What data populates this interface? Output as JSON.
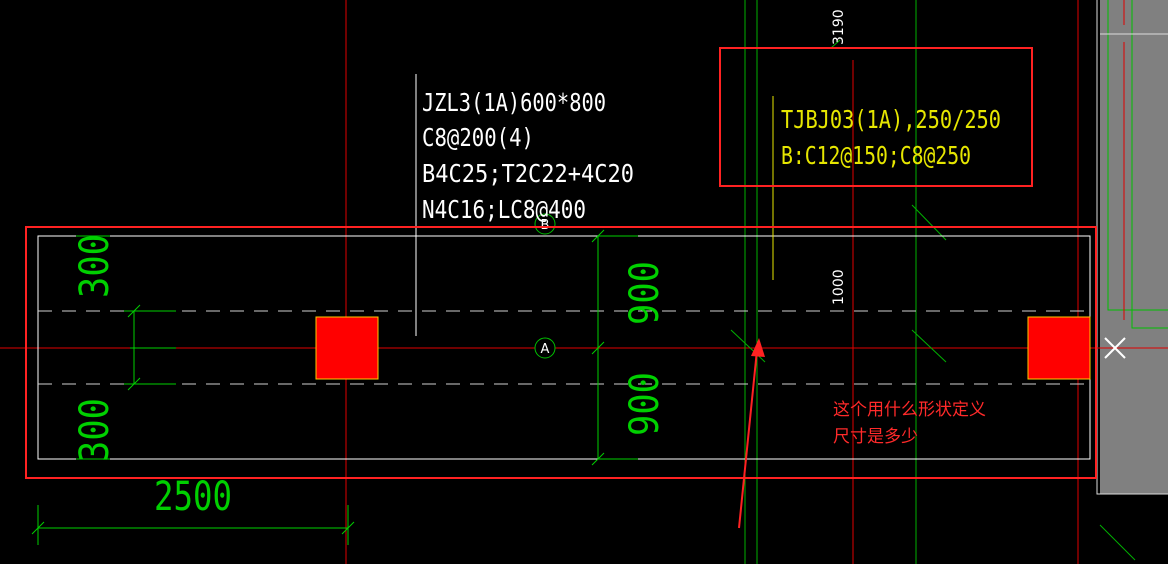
{
  "beam_label": {
    "line1": "JZL3(1A)600*800",
    "line2": "C8@200(4)",
    "line3": "B4C25;T2C22+4C20",
    "line4": "N4C16;LC8@400"
  },
  "slab_label": {
    "line1": "TJBJ03(1A),250/250",
    "line2": "B:C12@150;C8@250"
  },
  "axes": {
    "a": "A",
    "b": "B"
  },
  "dimensions": {
    "top_3190": "3190",
    "right_1000": "1000",
    "left_upper_300": "300",
    "left_lower_300": "300",
    "mid_upper_900": "900",
    "mid_lower_900": "900",
    "bottom_2500": "2500"
  },
  "annotation": {
    "line1": "这个用什么形状定义",
    "line2": "尺寸是多少"
  },
  "colors": {
    "background": "#000000",
    "grid_red": "#e00000",
    "dimension_green": "#00e000",
    "label_white": "#ffffff",
    "label_yellow": "#e6e600",
    "highlight_red": "#ff2222",
    "column_fill": "#ff0000",
    "side_panel_gray": "#808080"
  }
}
